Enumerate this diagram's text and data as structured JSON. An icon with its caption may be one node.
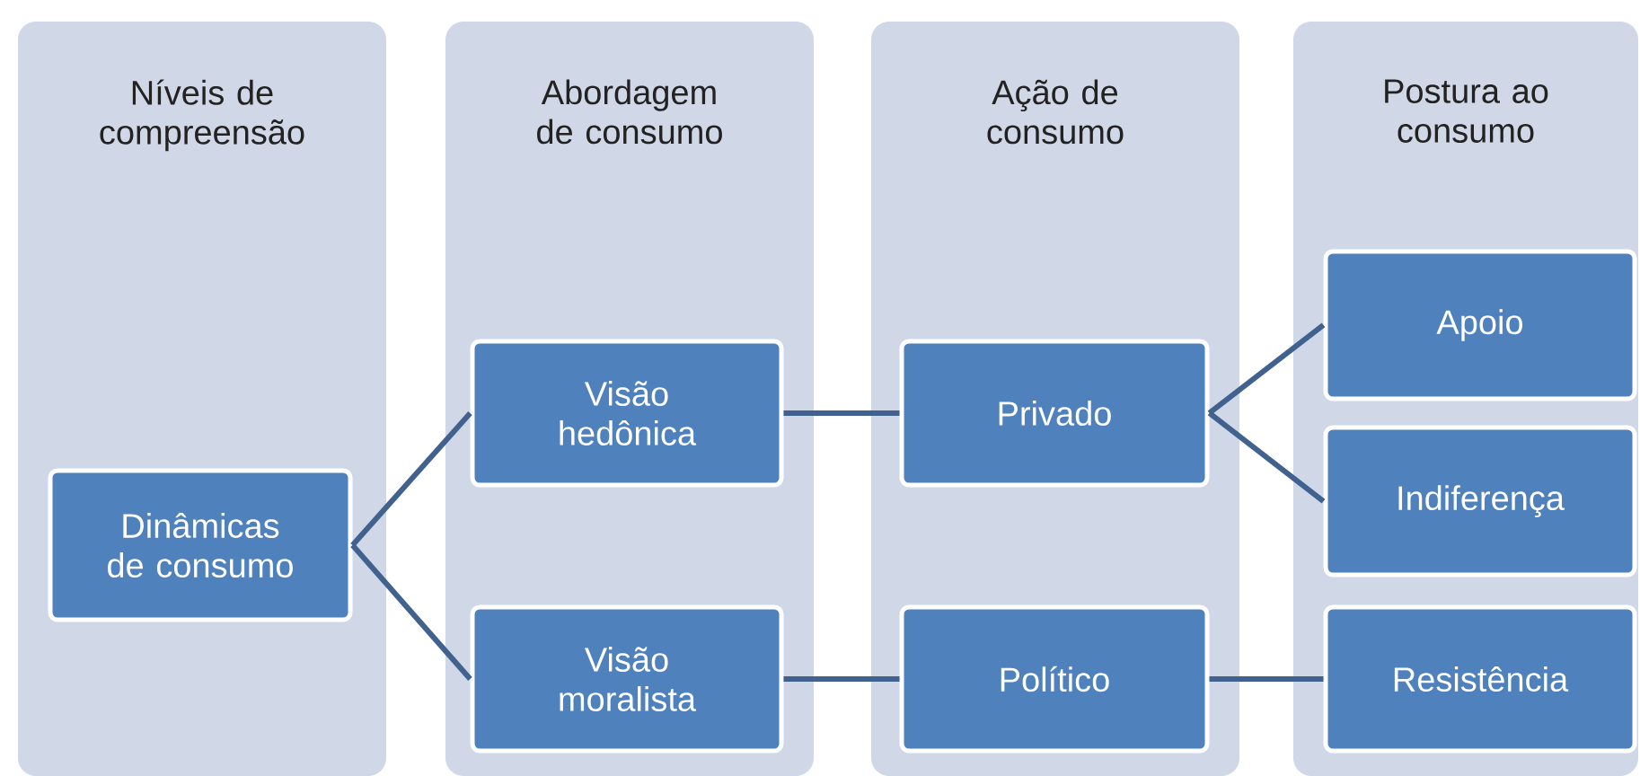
{
  "diagram": {
    "nodes": [
      {
        "text": [
          "Níveis de compreensão"
        ]
      },
      {
        "text": [
          "Abordagem de consumo"
        ]
      },
      {
        "text": [
          "Ação de consumo"
        ]
      },
      {
        "text": [
          "Postura ao consumo"
        ]
      },
      {
        "text": [
          "Dinâmicas de consumo"
        ],
        "in": 0
      },
      {
        "text": [
          "Visão hedônica"
        ],
        "in": 1
      },
      {
        "text": [
          "Visão moralista"
        ],
        "in": 1
      },
      {
        "text": [
          "Privado"
        ],
        "in": 2
      },
      {
        "text": [
          "Político"
        ],
        "in": 2
      },
      {
        "text": [
          "Apoio"
        ],
        "in": 3
      },
      {
        "text": [
          "Indiferença"
        ],
        "in": 3
      },
      {
        "text": [
          "Resistência"
        ],
        "in": 3
      }
    ],
    "edges": [
      {
        "from": 4,
        "to": 5,
        "arrow": "none"
      },
      {
        "from": 4,
        "to": 6,
        "arrow": "none"
      },
      {
        "from": 5,
        "to": 7,
        "arrow": "none"
      },
      {
        "from": 6,
        "to": 8,
        "arrow": "none"
      },
      {
        "from": 7,
        "to": 9,
        "arrow": "none"
      },
      {
        "from": 7,
        "to": 10,
        "arrow": "none"
      },
      {
        "from": 8,
        "to": 11,
        "arrow": "none"
      }
    ]
  }
}
